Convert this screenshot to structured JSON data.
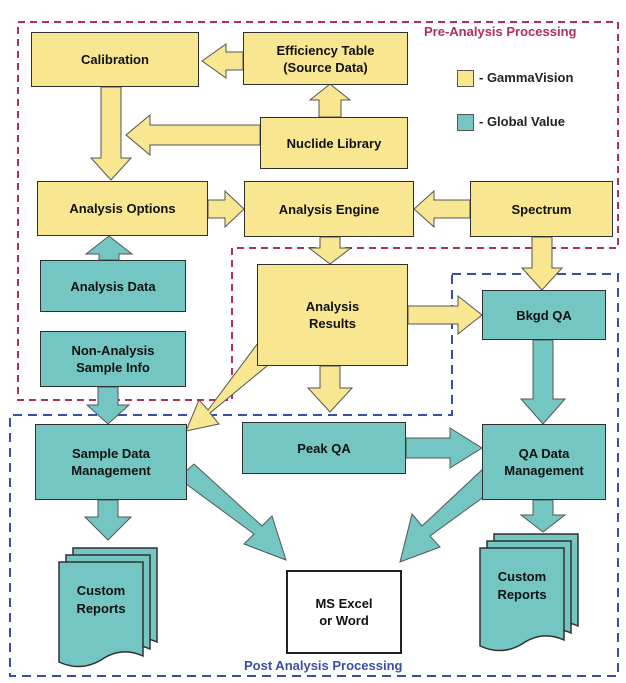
{
  "regions": {
    "pre_analysis": "Pre-Analysis Processing",
    "post_analysis": "Post Analysis Processing"
  },
  "legend": {
    "gammavision": {
      "label": "- GammaVision",
      "color": "#f8e691"
    },
    "global_value": {
      "label": "- Global Value",
      "color": "#74c6c3"
    }
  },
  "nodes": {
    "calibration": "Calibration",
    "efficiency_table": "Efficiency Table\n(Source Data)",
    "nuclide_library": "Nuclide Library",
    "analysis_options": "Analysis Options",
    "analysis_engine": "Analysis Engine",
    "spectrum": "Spectrum",
    "analysis_data": "Analysis Data",
    "analysis_results": "Analysis\nResults",
    "bkgd_qa": "Bkgd QA",
    "non_analysis_sample_info": "Non-Analysis\nSample Info",
    "sample_data_management": "Sample Data\nManagement",
    "peak_qa": "Peak QA",
    "qa_data_management": "QA Data\nManagement",
    "custom_reports_left": "Custom\nReports",
    "custom_reports_right": "Custom\nReports",
    "ms_excel_word": "MS Excel\nor Word"
  },
  "colors": {
    "gammavision_fill": "#f8e691",
    "global_fill": "#74c6c3",
    "pre_border": "#b0305a",
    "post_border": "#3a4ea8"
  }
}
